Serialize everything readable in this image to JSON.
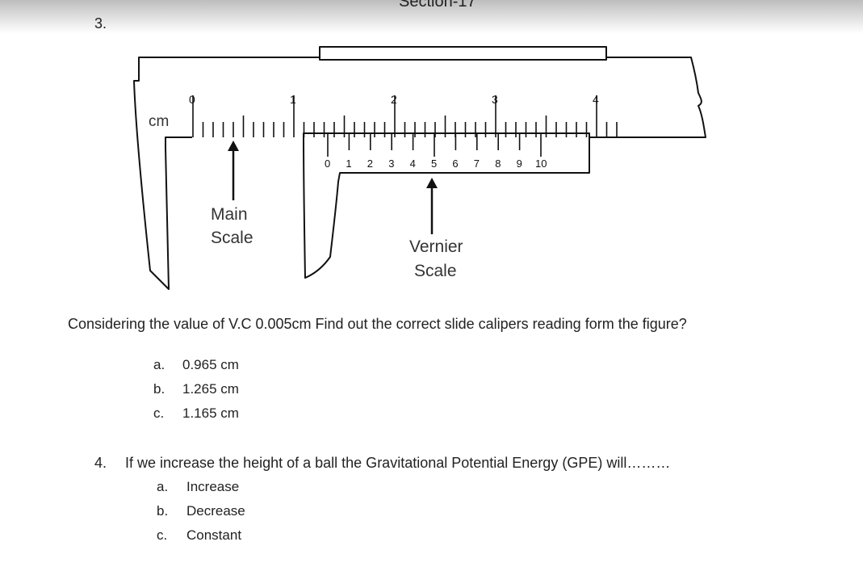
{
  "header": {
    "section": "Section-17"
  },
  "question3": {
    "number": "3.",
    "figure": {
      "unit": "cm",
      "main_numbers": [
        "0",
        "1",
        "2",
        "3",
        "4"
      ],
      "vernier_numbers": [
        "0",
        "1",
        "2",
        "3",
        "4",
        "5",
        "6",
        "7",
        "8",
        "9",
        "10"
      ],
      "main_label_line1": "Main",
      "main_label_line2": "Scale",
      "vernier_label_line1": "Vernier",
      "vernier_label_line2": "Scale"
    },
    "text": "Considering the value of V.C 0.005cm Find out the correct slide calipers reading form the figure?",
    "options": [
      {
        "letter": "a.",
        "text": "0.965 cm"
      },
      {
        "letter": "b.",
        "text": "1.265 cm"
      },
      {
        "letter": "c.",
        "text": "1.165 cm"
      }
    ]
  },
  "question4": {
    "number": "4.",
    "text": "If we increase the height of a ball the Gravitational Potential Energy (GPE) will………",
    "options": [
      {
        "letter": "a.",
        "text": "Increase"
      },
      {
        "letter": "b.",
        "text": "Decrease"
      },
      {
        "letter": "c.",
        "text": "Constant"
      }
    ]
  }
}
